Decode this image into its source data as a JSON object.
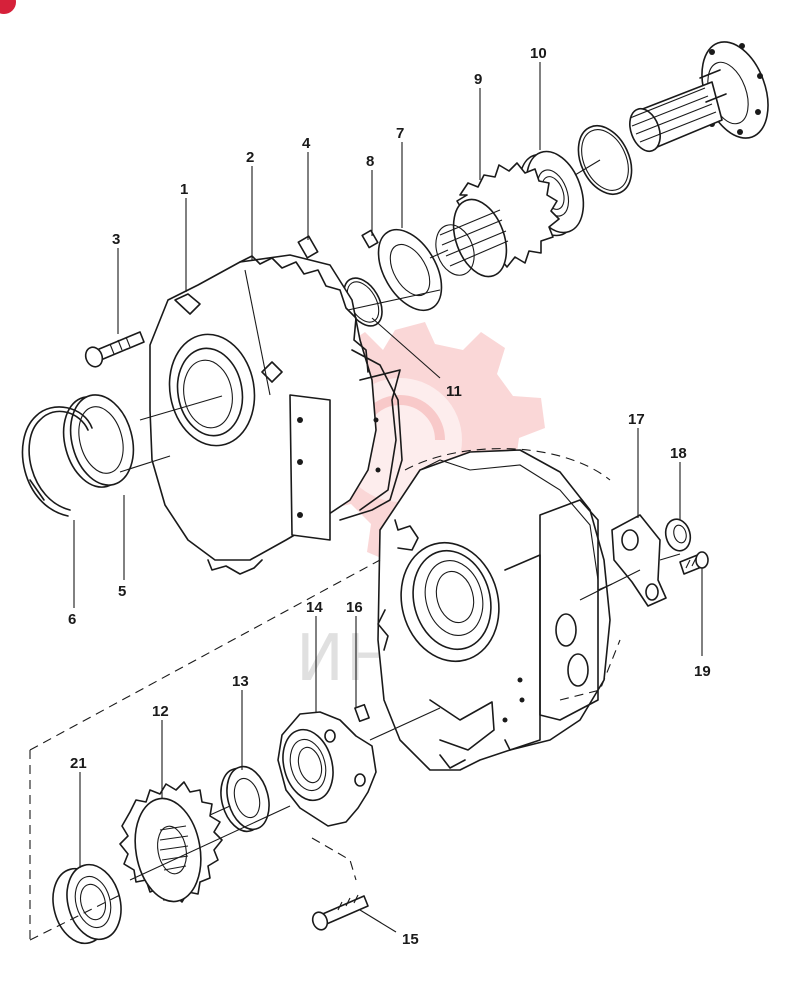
{
  "diagram": {
    "type": "exploded-parts-view",
    "callouts": [
      {
        "id": "c1",
        "label": "1"
      },
      {
        "id": "c2",
        "label": "2"
      },
      {
        "id": "c3",
        "label": "3"
      },
      {
        "id": "c4",
        "label": "4"
      },
      {
        "id": "c5",
        "label": "5"
      },
      {
        "id": "c6",
        "label": "6"
      },
      {
        "id": "c7",
        "label": "7"
      },
      {
        "id": "c8",
        "label": "8"
      },
      {
        "id": "c9",
        "label": "9"
      },
      {
        "id": "c10",
        "label": "10"
      },
      {
        "id": "c11",
        "label": "11"
      },
      {
        "id": "c12",
        "label": "12"
      },
      {
        "id": "c13",
        "label": "13"
      },
      {
        "id": "c14",
        "label": "14"
      },
      {
        "id": "c15",
        "label": "15"
      },
      {
        "id": "c16",
        "label": "16"
      },
      {
        "id": "c17",
        "label": "17"
      },
      {
        "id": "c18",
        "label": "18"
      },
      {
        "id": "c19",
        "label": "19"
      },
      {
        "id": "c21",
        "label": "21"
      }
    ]
  },
  "watermark": {
    "text": "ИНТЕК",
    "color": "#f4a6a6"
  },
  "colors": {
    "line": "#1a1a1a",
    "badge": "#d6213a"
  }
}
